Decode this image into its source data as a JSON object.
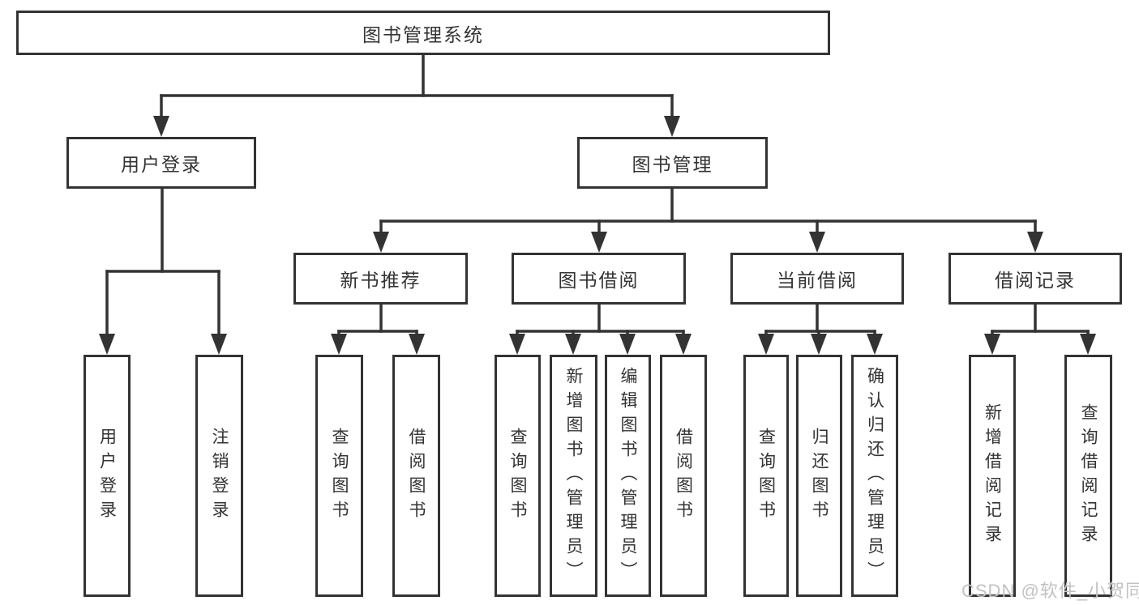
{
  "watermark": {
    "text": "CSDN @软件_小贺同学"
  },
  "colors": {
    "line": "#333333",
    "box_border": "#333333",
    "text": "#333333",
    "watermark_text": "#c2c2c2",
    "background": "#ffffff"
  },
  "nodes": {
    "root": {
      "label": "图书管理系统"
    },
    "user_login": {
      "label": "用户登录"
    },
    "book_management": {
      "label": "图书管理"
    },
    "new_book_recommend": {
      "label": "新书推荐"
    },
    "book_borrowing": {
      "label": "图书借阅"
    },
    "current_borrowing": {
      "label": "当前借阅"
    },
    "borrowing_records": {
      "label": "借阅记录"
    },
    "leaf_user_login": {
      "label": "用户登录"
    },
    "leaf_logout": {
      "label": "注销登录"
    },
    "leaf_rec_query_book": {
      "label": "查询图书"
    },
    "leaf_rec_borrow_book": {
      "label": "借阅图书"
    },
    "leaf_bb_query_book": {
      "label": "查询图书"
    },
    "leaf_bb_add_book": {
      "label": "新增图书（管理员）"
    },
    "leaf_bb_edit_book": {
      "label": "编辑图书（管理员）"
    },
    "leaf_bb_borrow_book": {
      "label": "借阅图书"
    },
    "leaf_cb_query_book": {
      "label": "查询图书"
    },
    "leaf_cb_return_book": {
      "label": "归还图书"
    },
    "leaf_cb_confirm_return": {
      "label": "确认归还（管理员）"
    },
    "leaf_br_add_record": {
      "label": "新增借阅记录"
    },
    "leaf_br_query_record": {
      "label": "查询借阅记录"
    }
  }
}
